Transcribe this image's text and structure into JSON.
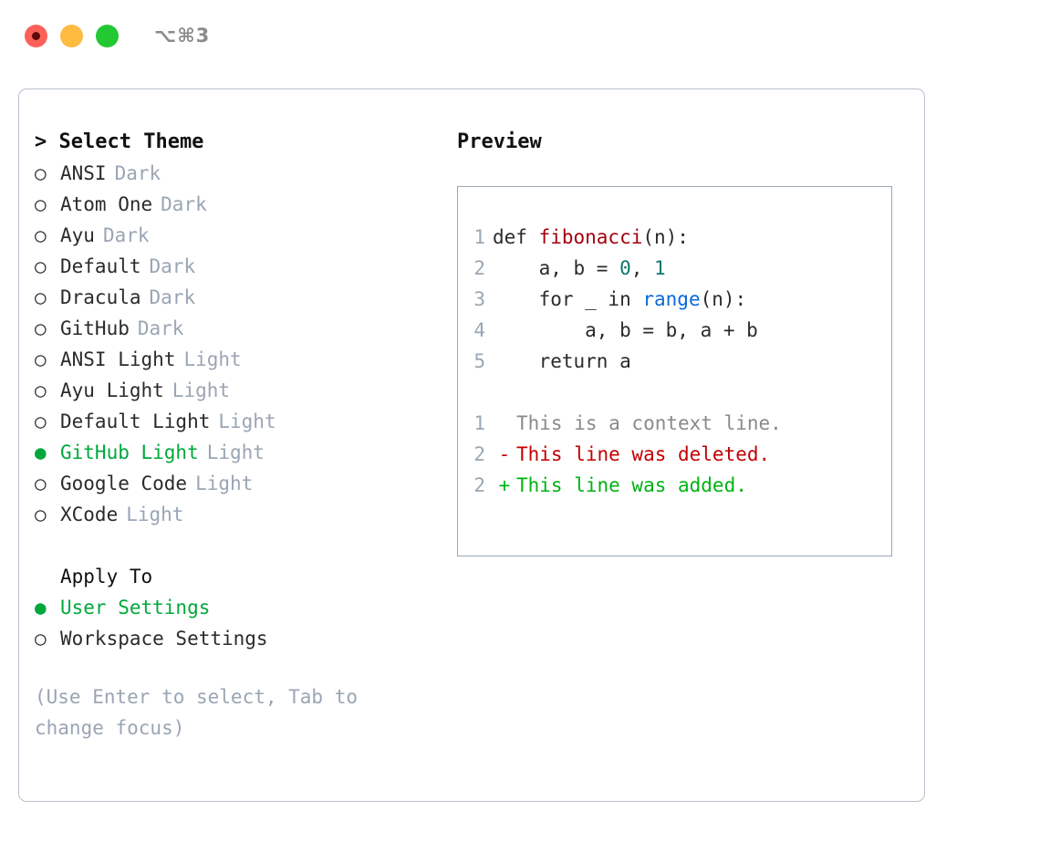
{
  "titlebar": {
    "shortcut": "⌥⌘3",
    "lights": [
      {
        "name": "close",
        "color": "#fc6058"
      },
      {
        "name": "minimize",
        "color": "#fdbc40"
      },
      {
        "name": "maximize",
        "color": "#23c833"
      }
    ]
  },
  "theme_panel": {
    "header": "> Select Theme",
    "options": [
      {
        "marker": "○",
        "label": "ANSI",
        "suffix": "Dark",
        "selected": false
      },
      {
        "marker": "○",
        "label": "Atom One",
        "suffix": "Dark",
        "selected": false
      },
      {
        "marker": "○",
        "label": "Ayu",
        "suffix": "Dark",
        "selected": false
      },
      {
        "marker": "○",
        "label": "Default",
        "suffix": "Dark",
        "selected": false
      },
      {
        "marker": "○",
        "label": "Dracula",
        "suffix": "Dark",
        "selected": false
      },
      {
        "marker": "○",
        "label": "GitHub",
        "suffix": "Dark",
        "selected": false
      },
      {
        "marker": "○",
        "label": "ANSI Light",
        "suffix": "Light",
        "selected": false
      },
      {
        "marker": "○",
        "label": "Ayu Light",
        "suffix": "Light",
        "selected": false
      },
      {
        "marker": "○",
        "label": "Default Light",
        "suffix": "Light",
        "selected": false
      },
      {
        "marker": "●",
        "label": "GitHub Light",
        "suffix": "Light",
        "selected": true
      },
      {
        "marker": "○",
        "label": "Google Code",
        "suffix": "Light",
        "selected": false
      },
      {
        "marker": "○",
        "label": "XCode",
        "suffix": "Light",
        "selected": false
      }
    ]
  },
  "apply_to": {
    "header": "Apply To",
    "options": [
      {
        "marker": "●",
        "label": "User Settings",
        "selected": true
      },
      {
        "marker": "○",
        "label": "Workspace Settings",
        "selected": false
      }
    ]
  },
  "hint": "(Use Enter to select, Tab to change focus)",
  "preview": {
    "title": "Preview",
    "code_lines": [
      {
        "num": "1",
        "tokens": [
          {
            "text": "def ",
            "type": "plain"
          },
          {
            "text": "fibonacci",
            "type": "fn"
          },
          {
            "text": "(n):",
            "type": "plain"
          }
        ]
      },
      {
        "num": "2",
        "tokens": [
          {
            "text": "    a, b = ",
            "type": "plain"
          },
          {
            "text": "0",
            "type": "num"
          },
          {
            "text": ", ",
            "type": "plain"
          },
          {
            "text": "1",
            "type": "num"
          }
        ]
      },
      {
        "num": "3",
        "tokens": [
          {
            "text": "    for _ in ",
            "type": "plain"
          },
          {
            "text": "range",
            "type": "call"
          },
          {
            "text": "(n):",
            "type": "plain"
          }
        ]
      },
      {
        "num": "4",
        "tokens": [
          {
            "text": "        a, b = b, a + b",
            "type": "plain"
          }
        ]
      },
      {
        "num": "5",
        "tokens": [
          {
            "text": "    return a",
            "type": "plain"
          }
        ]
      }
    ],
    "diff_lines": [
      {
        "num": "1",
        "mark": " ",
        "text": "This is a context line.",
        "kind": "context"
      },
      {
        "num": "2",
        "mark": "-",
        "text": "This line was deleted.",
        "kind": "del"
      },
      {
        "num": "2",
        "mark": "+",
        "text": "This line was added.",
        "kind": "add"
      }
    ]
  },
  "colors": {
    "accent_green": "#00a83c",
    "muted": "#9aa5b4",
    "border": "#b9c2cc",
    "preview_border": "#9aa8b6",
    "fn": "#a4000f",
    "num": "#0f766e",
    "call": "#0969da",
    "diff_del": "#c40000",
    "diff_add": "#00b311"
  }
}
